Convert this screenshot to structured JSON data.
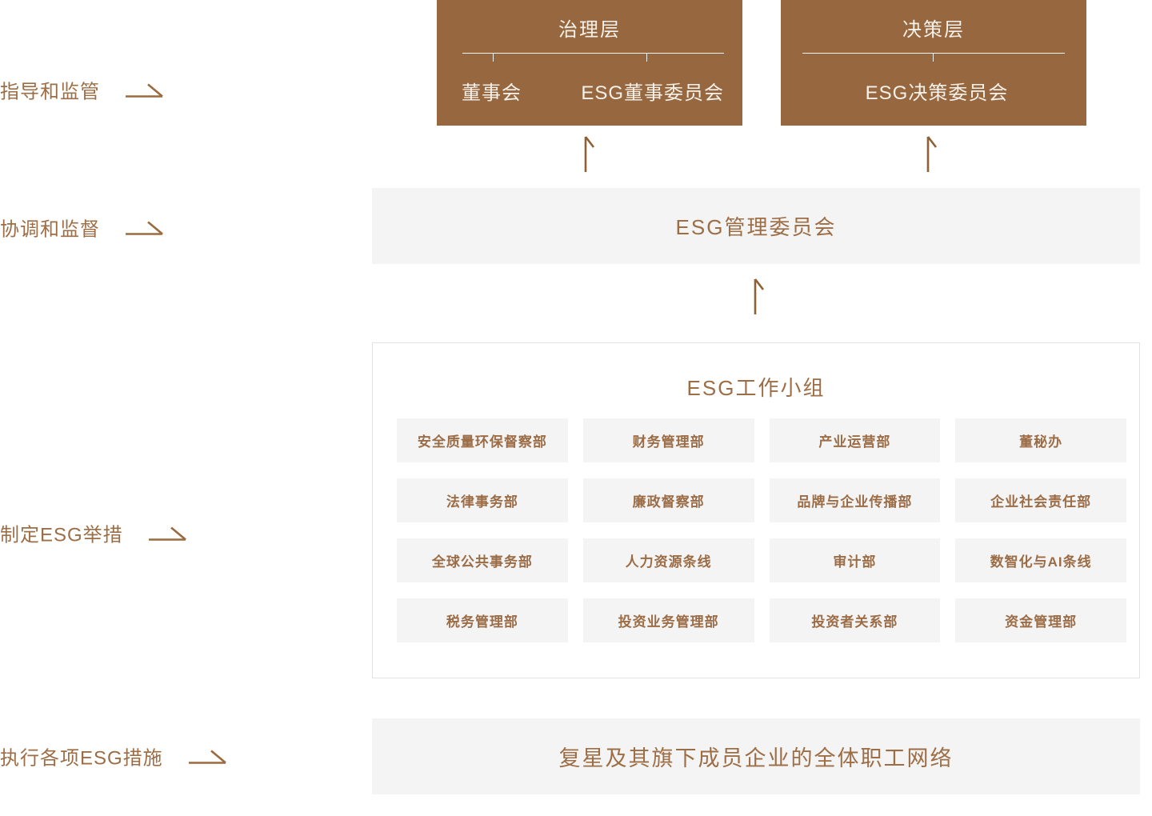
{
  "colors": {
    "brown_fill": "#97683F",
    "brown_text": "#9D6E46",
    "light_bar_bg": "#F4F4F4",
    "box_text": "#F6F1EA",
    "panel_border": "#E3E3E3"
  },
  "stages": [
    {
      "label": "指导和监管"
    },
    {
      "label": "协调和监督"
    },
    {
      "label": "制定ESG举措"
    },
    {
      "label": "执行各项ESG措施"
    }
  ],
  "governance_box": {
    "title": "治理层",
    "members": [
      "董事会",
      "ESG董事委员会"
    ]
  },
  "decision_box": {
    "title": "决策层",
    "members": [
      "ESG决策委员会"
    ]
  },
  "management_committee": {
    "label": "ESG管理委员会"
  },
  "workgroup": {
    "title": "ESG工作小组",
    "departments": [
      "安全质量环保督察部",
      "财务管理部",
      "产业运营部",
      "董秘办",
      "法律事务部",
      "廉政督察部",
      "品牌与企业传播部",
      "企业社会责任部",
      "全球公共事务部",
      "人力资源条线",
      "审计部",
      "数智化与AI条线",
      "税务管理部",
      "投资业务管理部",
      "投资者关系部",
      "资金管理部"
    ]
  },
  "employee_network": {
    "label": "复星及其旗下成员企业的全体职工网络"
  },
  "icons": {
    "stage_arrow": "right-up-harpoon-arrow",
    "flow_arrow": "up-harpoon-arrow"
  }
}
